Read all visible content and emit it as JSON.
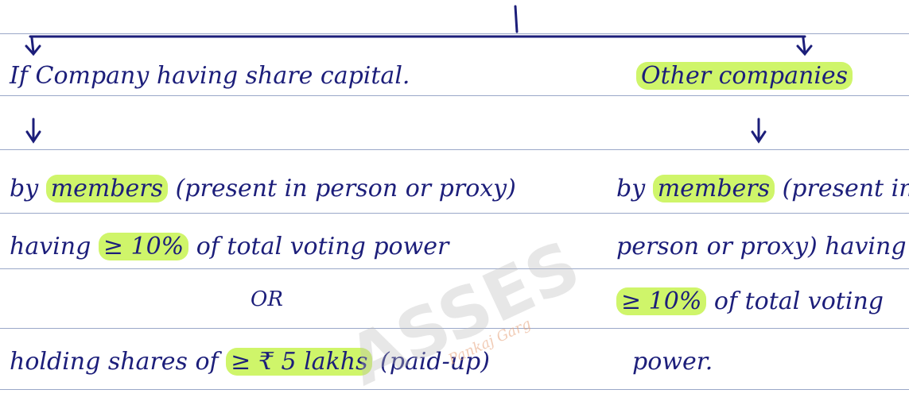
{
  "page": {
    "left_branch": {
      "heading": "If Company having share capital.",
      "lines": [
        {
          "pre": "by ",
          "hl": "members",
          "post": " (present in person or proxy)"
        },
        {
          "pre": "having ",
          "hl": "≥ 10%",
          "post": " of total voting power"
        },
        {
          "pre": "",
          "hl": "",
          "post": "OR"
        },
        {
          "pre": "holding shares of ",
          "hl": "≥ ₹ 5 lakhs",
          "post": " (paid-up)"
        }
      ]
    },
    "right_branch": {
      "heading": "Other companies",
      "lines": [
        {
          "pre": "by ",
          "hl": "members",
          "post": " (present in"
        },
        {
          "pre": "",
          "hl": "",
          "post": "person or proxy) having"
        },
        {
          "pre": "",
          "hl": "≥ 10%",
          "post": " of total voting"
        },
        {
          "pre": "",
          "hl": "",
          "post": "power."
        }
      ]
    },
    "watermark": {
      "main": "ASSES",
      "sub": "Pankaj Garg"
    },
    "colors": {
      "ink": "#1c1e7a",
      "highlight": "#cff56a",
      "rule": "#9aa8c8"
    }
  }
}
